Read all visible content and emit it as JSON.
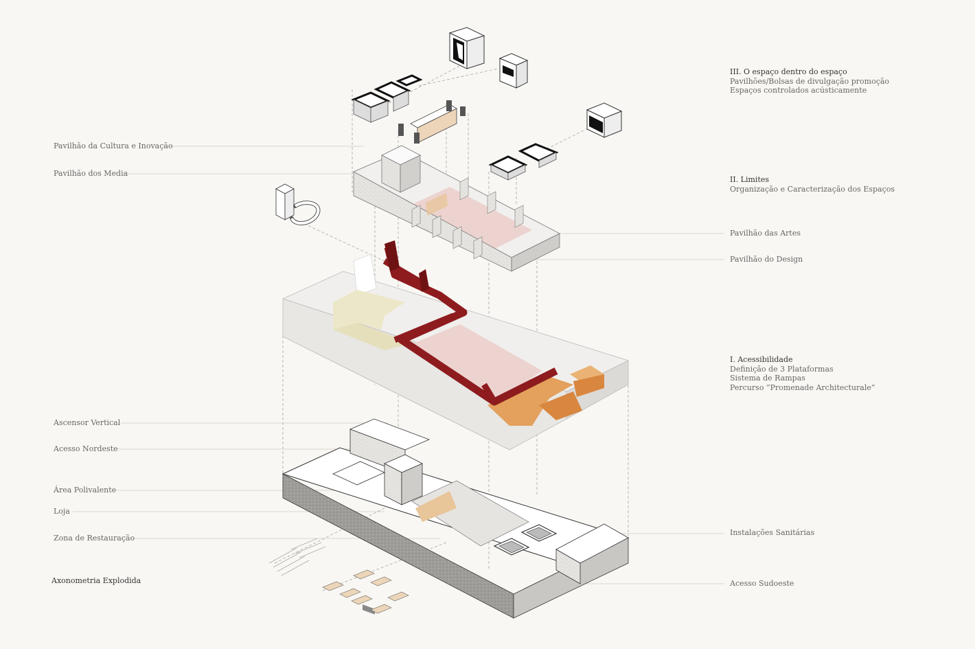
{
  "right_blocks": [
    {
      "heading": "III. O espaço dentro do espaço",
      "lines": [
        "Pavilhões/Bolsas de divulgação promoção",
        "Espaços controlados acústicamente"
      ]
    },
    {
      "heading": "II. Limites",
      "lines": [
        "Organização e Caracterização dos Espaços"
      ]
    },
    {
      "heading": "I. Acessibilidade",
      "lines": [
        "Definição de 3 Plataformas",
        "Sistema de Rampas",
        "Percurso “Promenade Architecturale”"
      ]
    }
  ],
  "left_labels": {
    "pavilhao_cultura": "Pavilhão da Cultura e Inovação",
    "pavilhao_media": "Pavilhão dos Media",
    "ascensor": "Ascensor Vertical",
    "acesso_nordeste": "Acesso Nordeste",
    "area_polivalente": "Área Polivalente",
    "loja": "Loja",
    "zona_restauracao": "Zona de Restauração",
    "caption": "Axonometria Explodida"
  },
  "right_labels": {
    "pavilhao_artes": "Pavilhão das Artes",
    "pavilhao_design": "Pavilhão do Design",
    "instalacoes": "Instalações Sanitárias",
    "acesso_sudoeste": "Acesso Sudoeste"
  },
  "colors": {
    "background": "#f9f7f3",
    "ramp_red": "#8e1b1e",
    "platform_beige": "#ece7c8",
    "platform_orange": "#e3a15d",
    "floor_pink": "#ecd3cf",
    "wall_grey": "#d9d7d3",
    "wall_dark": "#9c9a96",
    "outline": "#333333"
  }
}
